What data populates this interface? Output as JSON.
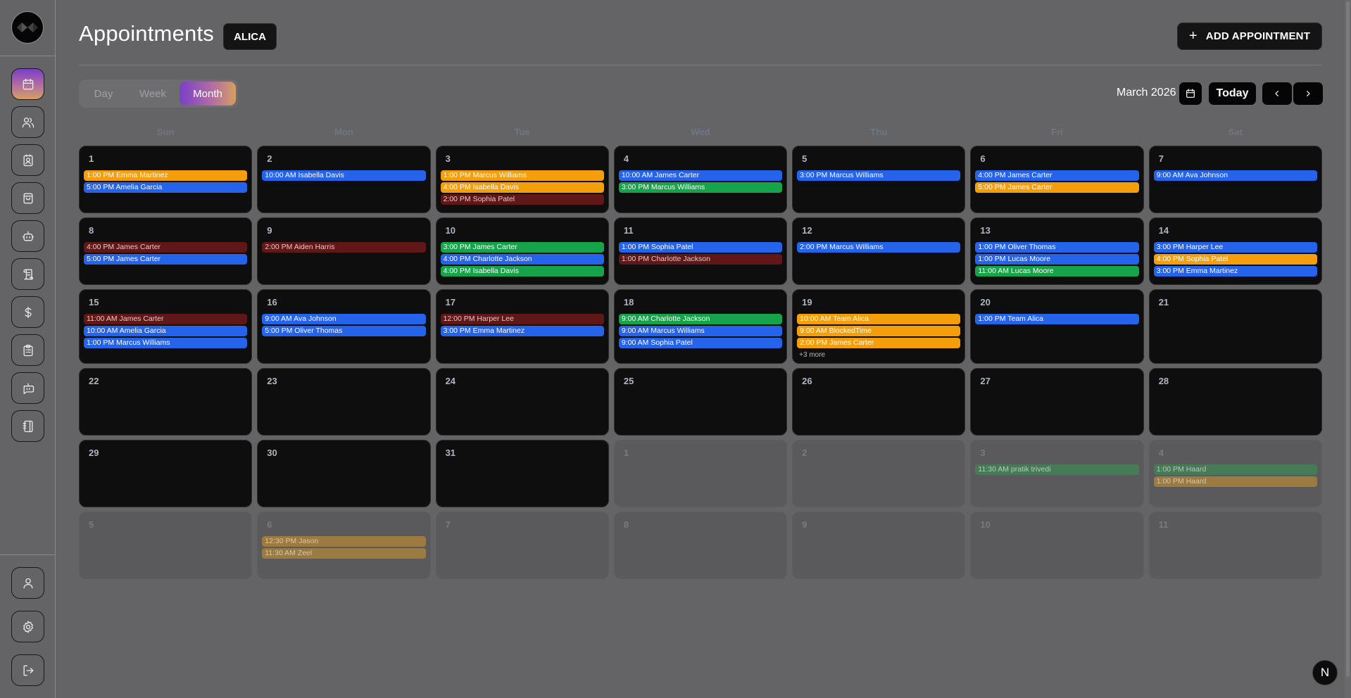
{
  "sidebar": {
    "logo": "brand-logo",
    "items": [
      {
        "name": "calendar",
        "icon": "calendar-icon",
        "active": true
      },
      {
        "name": "users",
        "icon": "users-icon",
        "active": false
      },
      {
        "name": "contacts",
        "icon": "contact-card-icon",
        "active": false
      },
      {
        "name": "shop",
        "icon": "shopping-bag-icon",
        "active": false
      },
      {
        "name": "bot",
        "icon": "bot-icon",
        "active": false
      },
      {
        "name": "scripts",
        "icon": "scroll-icon",
        "active": false
      },
      {
        "name": "billing",
        "icon": "dollar-icon",
        "active": false
      },
      {
        "name": "tasks",
        "icon": "clipboard-list-icon",
        "active": false
      },
      {
        "name": "chat-bot",
        "icon": "bot-message-icon",
        "active": false
      },
      {
        "name": "notebook",
        "icon": "notebook-icon",
        "active": false
      }
    ],
    "bottom_items": [
      {
        "name": "profile",
        "icon": "user-icon"
      },
      {
        "name": "settings",
        "icon": "gear-icon"
      },
      {
        "name": "logout",
        "icon": "logout-icon"
      }
    ]
  },
  "header": {
    "title": "Appointments",
    "tenant": "ALICA",
    "add_button": "ADD APPOINTMENT",
    "add_icon": "+"
  },
  "view_toggle": {
    "options": [
      "Day",
      "Week",
      "Month"
    ],
    "selected": "Month"
  },
  "nav": {
    "month_label": "March 2026",
    "today_label": "Today"
  },
  "weekdays": [
    "Sun",
    "Mon",
    "Tue",
    "Wed",
    "Thu",
    "Fri",
    "Sat"
  ],
  "colors": {
    "orange": "#f59e0b",
    "blue": "#2563eb",
    "green": "#16a34a",
    "red": "#5f1717",
    "accent_gradient_start": "#7a3fc8",
    "accent_gradient_end": "#d4a060"
  },
  "weeks": [
    [
      {
        "day": "1",
        "other": false,
        "events": [
          {
            "t": "1:00 PM Emma Martinez",
            "c": "orange"
          },
          {
            "t": "5:00 PM Amelia Garcia",
            "c": "blue"
          }
        ]
      },
      {
        "day": "2",
        "other": false,
        "events": [
          {
            "t": "10:00 AM Isabella Davis",
            "c": "blue"
          }
        ]
      },
      {
        "day": "3",
        "other": false,
        "events": [
          {
            "t": "1:00 PM Marcus Williams",
            "c": "orange"
          },
          {
            "t": "4:00 PM Isabella Davis",
            "c": "orange"
          },
          {
            "t": "2:00 PM Sophia Patel",
            "c": "red"
          }
        ]
      },
      {
        "day": "4",
        "other": false,
        "events": [
          {
            "t": "10:00 AM James Carter",
            "c": "blue"
          },
          {
            "t": "3:00 PM Marcus Williams",
            "c": "green"
          }
        ]
      },
      {
        "day": "5",
        "other": false,
        "events": [
          {
            "t": "3:00 PM Marcus Williams",
            "c": "blue"
          }
        ]
      },
      {
        "day": "6",
        "other": false,
        "events": [
          {
            "t": "4:00 PM James Carter",
            "c": "blue"
          },
          {
            "t": "5:00 PM James Carter",
            "c": "orange"
          }
        ]
      },
      {
        "day": "7",
        "other": false,
        "events": [
          {
            "t": "9:00 AM Ava Johnson",
            "c": "blue"
          }
        ]
      }
    ],
    [
      {
        "day": "8",
        "other": false,
        "events": [
          {
            "t": "4:00 PM James Carter",
            "c": "red"
          },
          {
            "t": "5:00 PM James Carter",
            "c": "blue"
          }
        ]
      },
      {
        "day": "9",
        "other": false,
        "events": [
          {
            "t": "2:00 PM Aiden Harris",
            "c": "red"
          }
        ]
      },
      {
        "day": "10",
        "other": false,
        "events": [
          {
            "t": "3:00 PM James Carter",
            "c": "green"
          },
          {
            "t": "4:00 PM Charlotte Jackson",
            "c": "blue"
          },
          {
            "t": "4:00 PM Isabella Davis",
            "c": "green"
          }
        ]
      },
      {
        "day": "11",
        "other": false,
        "events": [
          {
            "t": "1:00 PM Sophia Patel",
            "c": "blue"
          },
          {
            "t": "1:00 PM Charlotte Jackson",
            "c": "red"
          }
        ]
      },
      {
        "day": "12",
        "other": false,
        "events": [
          {
            "t": "2:00 PM Marcus Williams",
            "c": "blue"
          }
        ]
      },
      {
        "day": "13",
        "other": false,
        "events": [
          {
            "t": "1:00 PM Oliver Thomas",
            "c": "blue"
          },
          {
            "t": "1:00 PM Lucas Moore",
            "c": "blue"
          },
          {
            "t": "11:00 AM Lucas Moore",
            "c": "green"
          }
        ]
      },
      {
        "day": "14",
        "other": false,
        "events": [
          {
            "t": "3:00 PM Harper Lee",
            "c": "blue"
          },
          {
            "t": "4:00 PM Sophia Patel",
            "c": "orange"
          },
          {
            "t": "3:00 PM Emma Martinez",
            "c": "blue"
          }
        ]
      }
    ],
    [
      {
        "day": "15",
        "other": false,
        "events": [
          {
            "t": "11:00 AM James Carter",
            "c": "red"
          },
          {
            "t": "10:00 AM Amelia Garcia",
            "c": "blue"
          },
          {
            "t": "1:00 PM Marcus Williams",
            "c": "blue"
          }
        ]
      },
      {
        "day": "16",
        "other": false,
        "events": [
          {
            "t": "9:00 AM Ava Johnson",
            "c": "blue"
          },
          {
            "t": "5:00 PM Oliver Thomas",
            "c": "blue"
          }
        ]
      },
      {
        "day": "17",
        "other": false,
        "events": [
          {
            "t": "12:00 PM Harper Lee",
            "c": "red"
          },
          {
            "t": "3:00 PM Emma Martinez",
            "c": "blue"
          }
        ]
      },
      {
        "day": "18",
        "other": false,
        "events": [
          {
            "t": "9:00 AM Charlotte Jackson",
            "c": "green"
          },
          {
            "t": "9:00 AM Marcus Williams",
            "c": "blue"
          },
          {
            "t": "9:00 AM Sophia Patel",
            "c": "blue"
          }
        ]
      },
      {
        "day": "19",
        "other": false,
        "events": [
          {
            "t": "10:00 AM Team Alica",
            "c": "orange"
          },
          {
            "t": "9:00 AM BlockedTime",
            "c": "orange"
          },
          {
            "t": "2:00 PM James Carter",
            "c": "orange"
          }
        ],
        "more": "+3 more"
      },
      {
        "day": "20",
        "other": false,
        "events": [
          {
            "t": "1:00 PM Team Alica",
            "c": "blue"
          }
        ]
      },
      {
        "day": "21",
        "other": false,
        "events": []
      }
    ],
    [
      {
        "day": "22",
        "other": false,
        "events": []
      },
      {
        "day": "23",
        "other": false,
        "events": []
      },
      {
        "day": "24",
        "other": false,
        "events": []
      },
      {
        "day": "25",
        "other": false,
        "events": []
      },
      {
        "day": "26",
        "other": false,
        "events": []
      },
      {
        "day": "27",
        "other": false,
        "events": []
      },
      {
        "day": "28",
        "other": false,
        "events": []
      }
    ],
    [
      {
        "day": "29",
        "other": false,
        "events": []
      },
      {
        "day": "30",
        "other": false,
        "events": []
      },
      {
        "day": "31",
        "other": false,
        "events": []
      },
      {
        "day": "1",
        "other": true,
        "events": []
      },
      {
        "day": "2",
        "other": true,
        "events": []
      },
      {
        "day": "3",
        "other": true,
        "events": [
          {
            "t": "11:30 AM pratik trivedi",
            "c": "green"
          }
        ]
      },
      {
        "day": "4",
        "other": true,
        "events": [
          {
            "t": "1:00 PM Haard",
            "c": "green"
          },
          {
            "t": "1:00 PM Haard",
            "c": "orange"
          }
        ]
      }
    ],
    [
      {
        "day": "5",
        "other": true,
        "events": []
      },
      {
        "day": "6",
        "other": true,
        "events": [
          {
            "t": "12:30 PM Jason",
            "c": "orange"
          },
          {
            "t": "11:30 AM Zeel",
            "c": "orange"
          }
        ]
      },
      {
        "day": "7",
        "other": true,
        "events": []
      },
      {
        "day": "8",
        "other": true,
        "events": []
      },
      {
        "day": "9",
        "other": true,
        "events": []
      },
      {
        "day": "10",
        "other": true,
        "events": []
      },
      {
        "day": "11",
        "other": true,
        "events": []
      }
    ]
  ],
  "floating": {
    "label": "N"
  }
}
